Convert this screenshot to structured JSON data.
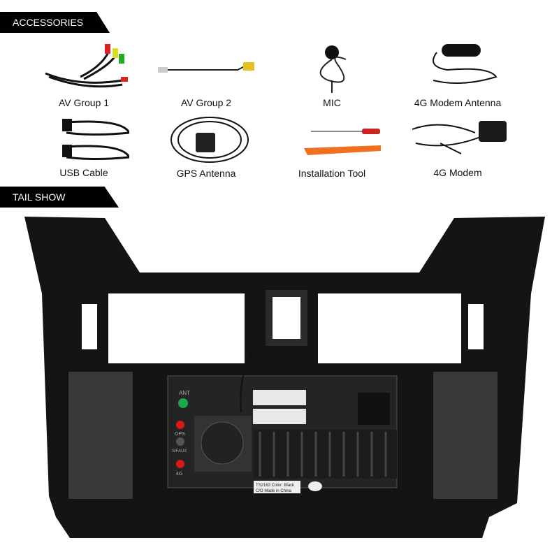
{
  "sections": {
    "accessories": "ACCESSORIES",
    "tail_show": "TAIL SHOW"
  },
  "accessories": [
    {
      "label": "AV Group 1",
      "icon": "av-cable-icon"
    },
    {
      "label": "AV Group 2",
      "icon": "av-cable-icon"
    },
    {
      "label": "MIC",
      "icon": "microphone-icon"
    },
    {
      "label": "4G Modem Antenna",
      "icon": "antenna-icon"
    },
    {
      "label": "USB Cable",
      "icon": "usb-cable-icon"
    },
    {
      "label": "GPS Antenna",
      "icon": "gps-antenna-icon"
    },
    {
      "label": "Installation Tool",
      "icon": "tool-icon"
    },
    {
      "label": "4G Modem",
      "icon": "modem-icon"
    }
  ],
  "unit": {
    "ant": "ANT",
    "gps": "GPS",
    "obd": "SIFAUX",
    "lte": "4G",
    "sticker_line1": "TS2163  Color: Black",
    "sticker_line2": "C/O Made in China"
  },
  "colors": {
    "accent": "#000000",
    "frame": "#141414",
    "port_red": "#d81a1a",
    "ant_green": "#1aa84a"
  }
}
